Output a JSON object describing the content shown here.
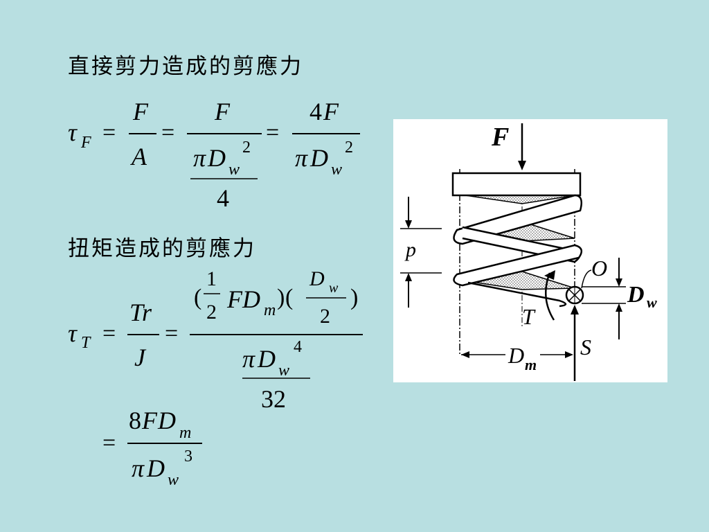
{
  "slide": {
    "heading_direct": "直接剪力造成的剪應力",
    "heading_torsion": "扭矩造成的剪應力"
  },
  "eq1": {
    "tau": "τ",
    "tau_sub": "F",
    "eq": "=",
    "f1_num": "F",
    "f1_den": "A",
    "f2_num": "F",
    "pi": "π",
    "D": "D",
    "w": "w",
    "sq": "2",
    "four": "4",
    "f3_num_4": "4",
    "f3_num_F": "F"
  },
  "eq2": {
    "tau": "τ",
    "tau_sub": "T",
    "eq": "=",
    "tr": "Tr",
    "J": "J",
    "lp": "(",
    "rp": ")",
    "one": "1",
    "two": "2",
    "F": "F",
    "D": "D",
    "m": "m",
    "w": "w",
    "pi": "π",
    "pow4": "4",
    "den32": "32",
    "res_8": "8",
    "res_F": "F",
    "pow3": "3"
  },
  "figure": {
    "label_F": "F",
    "label_p": "p",
    "label_O": "O",
    "label_Dw_D": "D",
    "label_Dw_w": "w",
    "label_T": "T",
    "label_S": "S",
    "label_Dm_D": "D",
    "label_Dm_m": "m"
  }
}
